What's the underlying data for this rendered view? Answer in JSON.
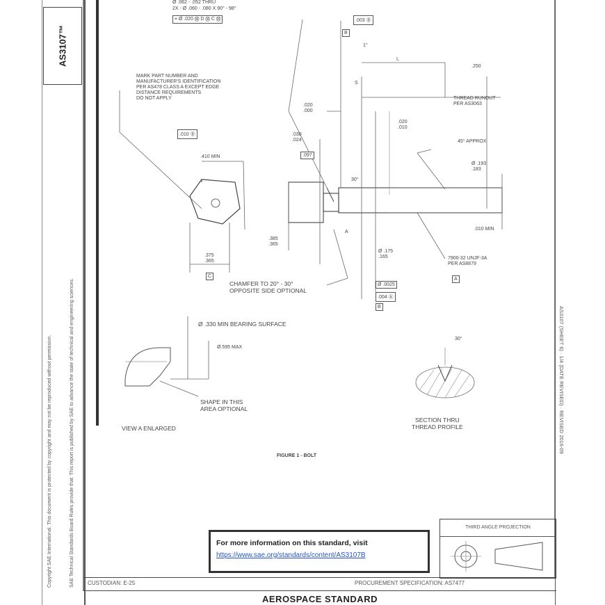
{
  "document": {
    "doc_number": "AS3107™"
  },
  "drawing": {
    "top_lines": {
      "line1": "Ø .062 - .052 THRU",
      "line2": "2X - Ø .060 - .080 X 90° - 98°",
      "fcf": "⌖ Ø .020 Ⓜ D Ⓜ C Ⓜ"
    },
    "callouts": {
      "mark_part": [
        "MARK PART NUMBER AND",
        "MANUFACTURER'S IDENTIFICATION",
        "PER AS478 CLASS A EXCEPT EDGE",
        "DISTANCE REQUIREMENTS",
        "DO NOT APPLY"
      ],
      "thread_runout": [
        "THREAD RUNOUT",
        "PER AS3063"
      ],
      "approx": "45° APPROX",
      "thread_spec": [
        "7900-32 UNJF-3A",
        "PER AS8879"
      ],
      "chamfer": [
        "CHAMFER TO 20° - 30°",
        "OPPOSITE SIDE OPTIONAL"
      ],
      "bearing": "Ø .330 MIN BEARING SURFACE",
      "max_dia": "Ø.595 MAX",
      "shape": [
        "SHAPE IN THIS",
        "AREA OPTIONAL"
      ],
      "view_a": "VIEW A ENLARGED",
      "section": [
        "SECTION THRU",
        "THREAD PROFILE"
      ],
      "figure": "FIGURE 1 - BOLT"
    },
    "dims": {
      "d_010": ".010 Ⓑ",
      "d_410": ".410 MIN",
      "d_375": [
        ".375",
        ".365"
      ],
      "d_020": [
        ".020",
        ".000"
      ],
      "d_030": [
        ".030",
        ".024"
      ],
      "d_097": ".097",
      "d_385": [
        ".385",
        ".365"
      ],
      "d_dim_r": [
        ".020",
        ".010"
      ],
      "d_250": ".250",
      "d_phi_190": [
        "Ø .193",
        ".183"
      ],
      "d_010min": ".010 MIN",
      "d_phi_175": [
        "Ø .175",
        ".165"
      ],
      "d_phi_003": "Ø .0025",
      "d_004": ".004 Ⓐ",
      "d_l": "L",
      "d_b": "B",
      "d_c": "C",
      "d_a": "A",
      "d_fcf_top": ".003 Ⓑ",
      "d_s": "S",
      "d_ang1": "1°",
      "d_ang2": "30°",
      "d_ang3": "30°"
    }
  },
  "info_box": {
    "title": "For more information on this standard, visit",
    "link": "https://www.sae.org/standards/content/AS3107B"
  },
  "title_block": {
    "left_text": "CUSTODIAN: E-25",
    "proc_text": "PROCUREMENT SPECIFICATION: AS7477",
    "projection": "THIRD ANGLE PROJECTION",
    "aerospace": "AEROSPACE STANDARD"
  },
  "right_strip": {
    "text": "AS3107 (SHEET 6) · 1/4 (DATE REVISED) · REVISED 2016-09"
  },
  "left_strip": {
    "line1": "Copyright SAE International. This document is protected by copyright and may not be reproduced without permission.",
    "line2": "SAE Technical Standards Board Rules provide that: This report is published by SAE to advance the state of technical and engineering sciences."
  }
}
